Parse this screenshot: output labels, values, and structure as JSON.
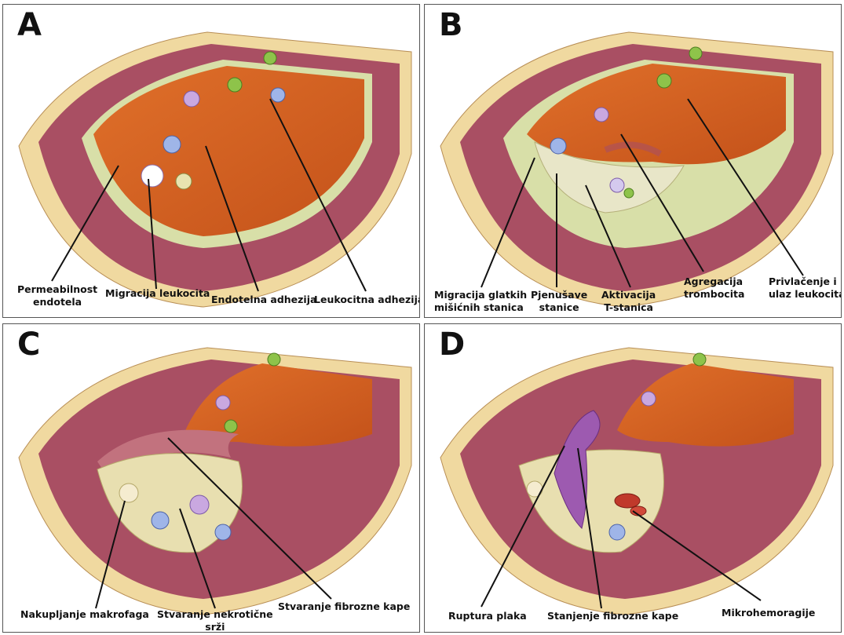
{
  "panels": {
    "a": {
      "letter": "A",
      "labels": {
        "permeability_1": "Permeabilnost",
        "permeability_2": "endotela",
        "leukocyte_migration": "Migracija leukocita",
        "endothelial_adhesion": "Endotelna adhezija",
        "leukocyte_adhesion": "Leukocitna adhezija"
      }
    },
    "b": {
      "letter": "B",
      "labels": {
        "smooth_muscle_1": "Migracija glatkih",
        "smooth_muscle_2": "mišićnih stanica",
        "foam_cells_1": "Pjenušave",
        "foam_cells_2": "stanice",
        "t_cell_1": "Aktivacija",
        "t_cell_2": "T-stanica",
        "platelet_1": "Agregacija",
        "platelet_2": "trombocita",
        "attraction_1": "Privlačenje i",
        "attraction_2": "ulaz leukocita"
      }
    },
    "c": {
      "letter": "C",
      "labels": {
        "macrophage": "Nakupljanje makrofaga",
        "necrotic_1": "Stvaranje nekrotične",
        "necrotic_2": "srži",
        "fibrous_cap": "Stvaranje fibrozne kape"
      }
    },
    "d": {
      "letter": "D",
      "labels": {
        "rupture": "Ruptura plaka",
        "thinning": "Stanjenje fibrozne kape",
        "microhemorrhage": "Mikrohemoragije"
      }
    }
  },
  "colors": {
    "wall_outer": "#f0d9a0",
    "media": "#a94f63",
    "intima": "#d8dfa8",
    "lumen": "#d9631e",
    "leader": "#111111"
  }
}
